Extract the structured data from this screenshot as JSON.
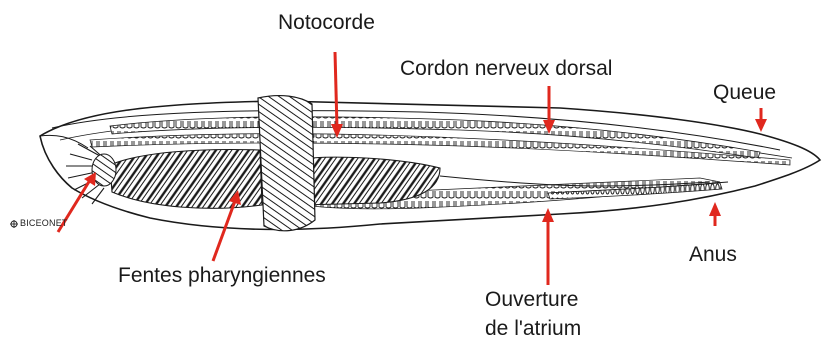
{
  "labels": {
    "notochord": "Notocorde",
    "dorsal_nerve_cord": "Cordon nerveux dorsal",
    "tail": "Queue",
    "anus": "Anus",
    "pharyngeal_slits": "Fentes pharyngiennes",
    "atrium_opening_line1": "Ouverture",
    "atrium_opening_line2": "de l'atrium"
  },
  "watermark": "BICEONET",
  "colors": {
    "arrow": "#e0281e",
    "ink": "#1a1a1a",
    "background": "#ffffff"
  }
}
